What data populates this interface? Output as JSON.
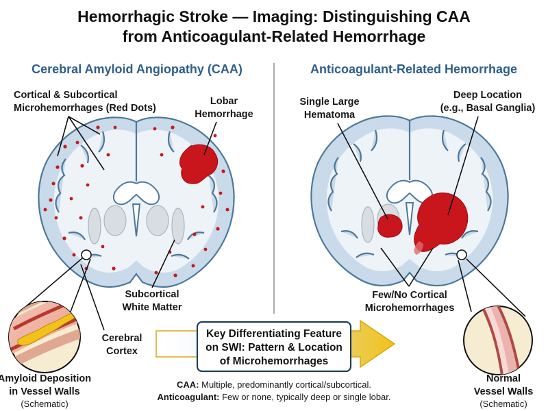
{
  "title": {
    "line1": "Hemorrhagic Stroke — Imaging: Distinguishing CAA",
    "line2": "from Anticoagulant-Related Hemorrhage"
  },
  "left_panel": {
    "heading": "Cerebral Amyloid Angiopathy (CAA)",
    "microbleeds_label": [
      "Cortical & Subcortical",
      "Microhemorrhages (Red Dots)"
    ],
    "lobar_label": [
      "Lobar",
      "Hemorrhage"
    ],
    "white_matter_label": [
      "Subcortical",
      "White Matter"
    ],
    "cortex_label": [
      "Cerebral",
      "Cortex"
    ],
    "vessel_label": [
      "Amyloid Deposition",
      "in Vessel Walls"
    ],
    "vessel_note": "(Schematic)"
  },
  "right_panel": {
    "heading": "Anticoagulant-Related Hemorrhage",
    "hematoma_label": [
      "Single Large",
      "Hematoma"
    ],
    "deep_label": [
      "Deep Location",
      "(e.g., Basal Ganglia)"
    ],
    "few_label": [
      "Few/No Cortical",
      "Microhemorrhages"
    ],
    "vessel_label": [
      "Normal",
      "Vessel Walls"
    ],
    "vessel_note": "(Schematic)"
  },
  "key_box": {
    "lines": [
      "Key Differentiating Feature",
      "on SWI: Pattern & Location",
      "of Microhemorrhages"
    ]
  },
  "summary": {
    "caa_term": "CAA:",
    "caa_text": " Multiple, predominantly cortical/subcortical.",
    "anti_term": "Anticoagulant:",
    "anti_text": " Few or none, typically deep or single lobar."
  },
  "colors": {
    "heading_blue": "#2f5f8a",
    "hemorrhage_red": "#c8161c",
    "arrow_yellow": "#f3c21a",
    "cortex_blue": "#c9daea"
  }
}
